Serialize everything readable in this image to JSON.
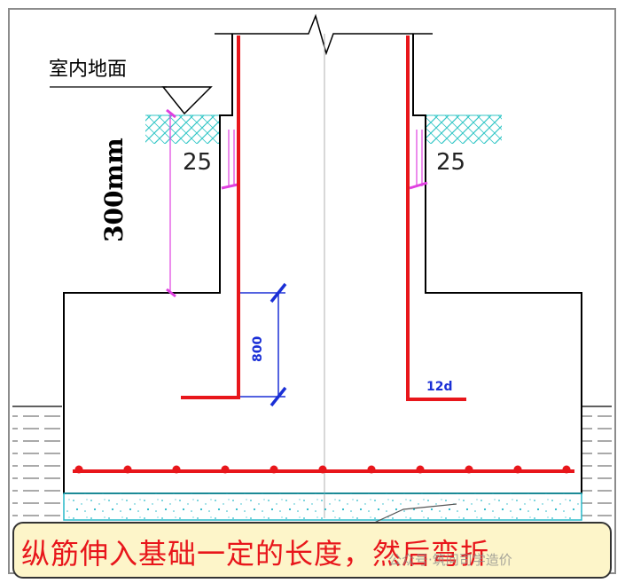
{
  "labels": {
    "floor_level": "室内地面",
    "cover_left": "25",
    "cover_right": "25",
    "embed_depth": "300mm",
    "spacing": "800",
    "hook_length": "12d"
  },
  "caption": {
    "text": "纵筋伸入基础一定的长度，然后弯折"
  },
  "watermark": {
    "text": "公众号·筑问司学造价"
  },
  "colors": {
    "rebar": "#e8161b",
    "dimension_blue": "#1a2fd6",
    "dimension_magenta": "#e040e0",
    "soil_hatch": "#36c7c7",
    "concrete_outline": "#000000",
    "caption_bg": "#fdf5c9"
  },
  "icons": {
    "floor_marker": "triangle-level-icon",
    "break_line": "break-line-icon"
  }
}
